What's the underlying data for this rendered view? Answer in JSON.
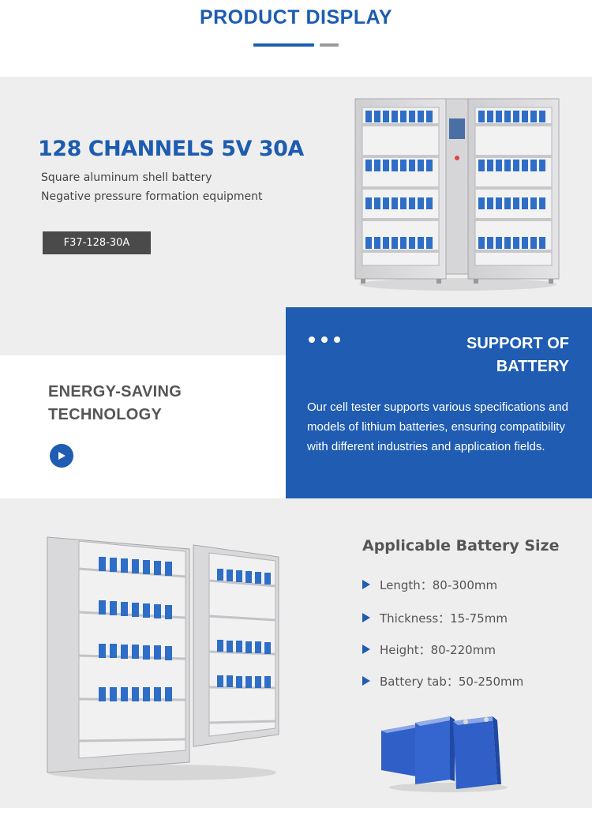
{
  "header": {
    "title": "PRODUCT DISPLAY"
  },
  "product": {
    "title": "128 CHANNELS 5V 30A",
    "line1": "Square aluminum shell battery",
    "line2": "Negative pressure formation equipment",
    "model": "F37-128-30A"
  },
  "energy": {
    "title": "ENERGY-SAVING TECHNOLOGY",
    "play_icon": "play-icon"
  },
  "support": {
    "title": "SUPPORT OF BATTERY",
    "body": "Our cell tester supports various specifications and models of lithium batteries, ensuring compatibility with different industries and application fields."
  },
  "sizes": {
    "title": "Applicable Battery Size",
    "items": [
      {
        "label": "Length：80-300mm"
      },
      {
        "label": "Thickness：15-75mm"
      },
      {
        "label": "Height：80-220mm"
      },
      {
        "label": "Battery tab：50-250mm"
      }
    ]
  },
  "colors": {
    "brand_blue": "#1f5cb2",
    "panel_grey": "#eeeeee",
    "badge_dark": "#4a4a4a"
  }
}
